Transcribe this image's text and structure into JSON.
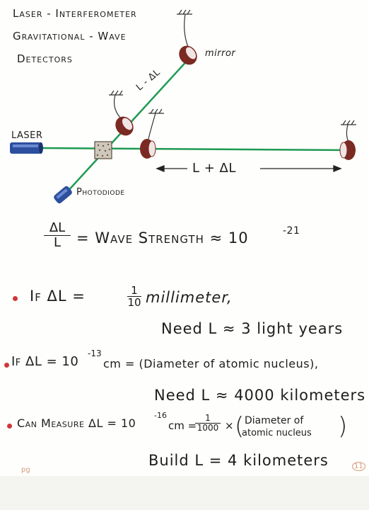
{
  "title": {
    "line1": "Laser - Interferometer",
    "line2": "Gravitational - Wave",
    "line3": "Detectors"
  },
  "labels": {
    "mirror": "mirror",
    "laser": "LASER",
    "photodiode": "Photodiode",
    "arm_short": "L - ΔL",
    "arm_long": "L + ΔL"
  },
  "equation": {
    "num": "ΔL",
    "den": "L",
    "rest": "= Wave Strength ≈ 10",
    "exp": "-21"
  },
  "case1": {
    "lhs": "If   ΔL = ",
    "num": "1",
    "den": "10",
    "unit": "millimeter,",
    "result": "Need   L ≈ 3 light years"
  },
  "case2": {
    "lhs": "If ΔL = 10",
    "exp": "-13",
    "mid": "cm = (Diameter of atomic nucleus),",
    "result": "Need   L ≈ 4000 kilometers"
  },
  "case3": {
    "lhs": "Can Measure ΔL = 10",
    "exp": "-16",
    "mid": "cm = ",
    "num": "1",
    "den": "1000",
    "times": "×",
    "paren_line1": "Diameter of",
    "paren_line2": "atomic nucleus",
    "result": "Build   L = 4 kilometers"
  },
  "page_marks": {
    "left": "pg",
    "right": "11"
  },
  "colors": {
    "beam": "#1e9a52",
    "mirror_body": "#7a2a22",
    "mirror_face": "#f1e4e4",
    "laser_blue": "#2c4f9e",
    "bullet": "#d0353a"
  }
}
